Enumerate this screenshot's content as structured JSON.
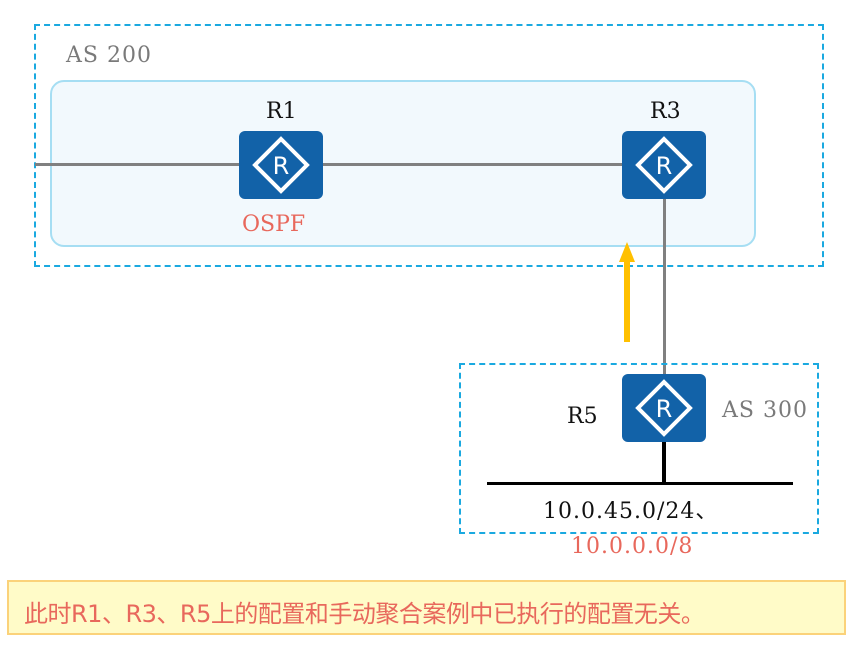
{
  "diagram": {
    "as_groups": [
      {
        "id": "as200",
        "label": "AS 200"
      },
      {
        "id": "as300",
        "label": "AS 300"
      }
    ],
    "ospf_area_label": "OSPF",
    "routers": [
      {
        "id": "R1",
        "label": "R1",
        "icon": "router-icon"
      },
      {
        "id": "R3",
        "label": "R3",
        "icon": "router-icon"
      },
      {
        "id": "R5",
        "label": "R5",
        "icon": "router-icon"
      }
    ],
    "links": [
      {
        "from": "external",
        "to": "R1"
      },
      {
        "from": "R1",
        "to": "R3"
      },
      {
        "from": "R3",
        "to": "R5"
      },
      {
        "from": "R5",
        "to": "lan-segment"
      }
    ],
    "route_advertisement_arrow": {
      "direction": "up",
      "from": "R5",
      "to": "R3",
      "color": "#ffc000"
    },
    "networks": {
      "lan": "10.0.45.0/24、",
      "aggregate": "10.0.0.0/8"
    }
  },
  "note": {
    "text": "此时R1、R3、R5上的配置和手动聚合案例中已执行的配置无关。"
  },
  "colors": {
    "router_fill": "#1262a8",
    "as_border": "#1aa9e0",
    "ospf_area_fill": "#f2f9fd",
    "ospf_area_border": "#a6def3",
    "highlight_text": "#e8685c",
    "note_fill": "#fffbc8",
    "note_border": "#fbd27a",
    "arrow": "#ffc000"
  }
}
